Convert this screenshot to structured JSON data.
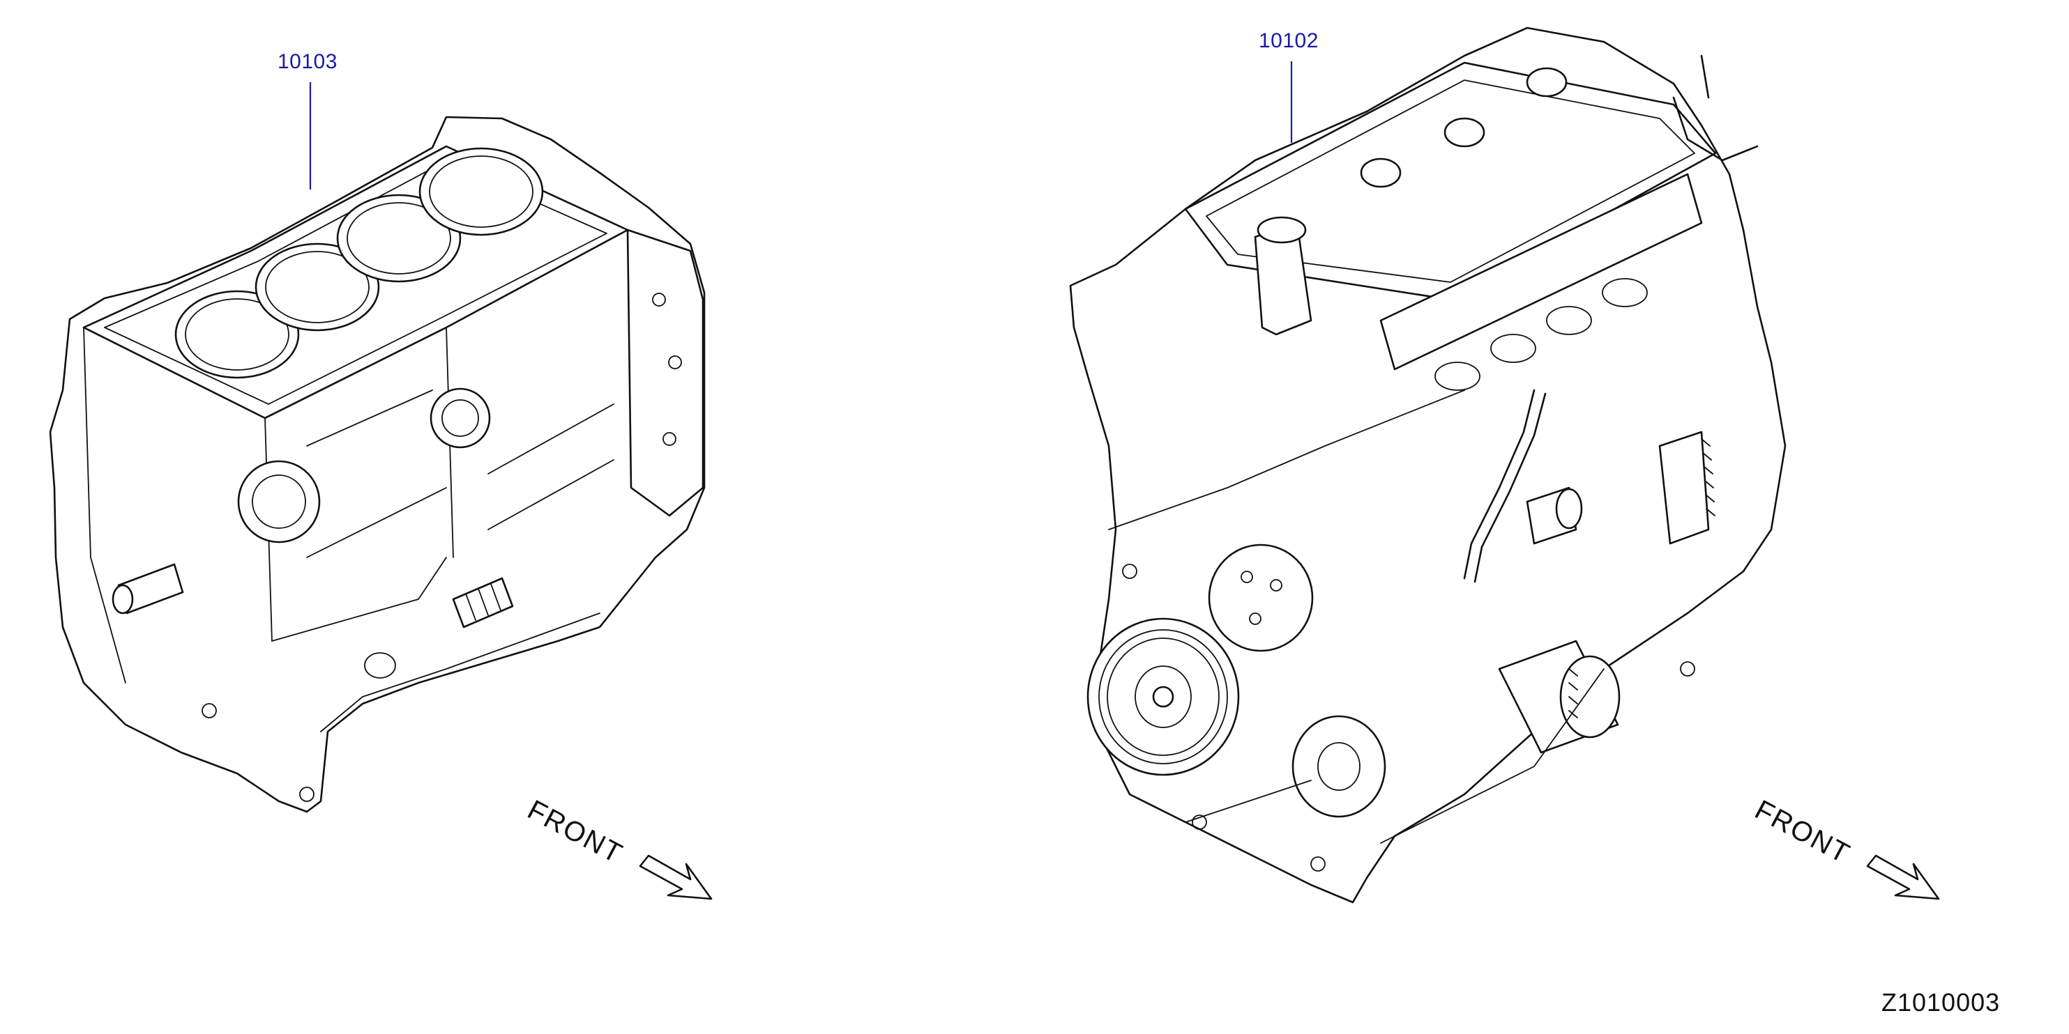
{
  "parts": [
    {
      "id": "left",
      "number": "10103"
    },
    {
      "id": "right",
      "number": "10102"
    }
  ],
  "front_labels": [
    "FRONT",
    "FRONT"
  ],
  "reference_code": "Z1010003",
  "colors": {
    "part_number": "#1a1aa6",
    "line_art": "#111111",
    "background": "#ffffff"
  }
}
